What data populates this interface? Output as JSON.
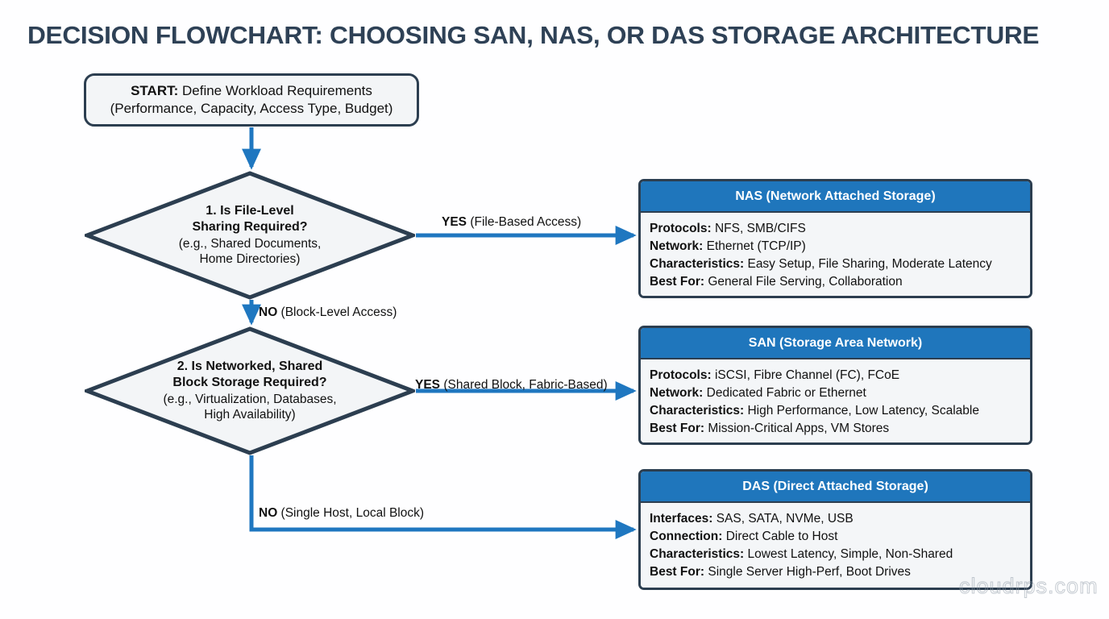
{
  "title": "DECISION FLOWCHART: CHOOSING SAN, NAS, OR DAS STORAGE ARCHITECTURE",
  "colors": {
    "title": "#2e4156",
    "node_border": "#2c3e50",
    "node_fill": "#f3f5f7",
    "header_blue": "#1f76bc",
    "arrow_blue": "#1f77c0",
    "body_fill": "#f4f6f8",
    "background": "#ffffff"
  },
  "start_node": {
    "line1_bold": "START:",
    "line1_rest": " Define Workload Requirements",
    "line2": "(Performance, Capacity, Access Type, Budget)"
  },
  "decisions": [
    {
      "id": "decision-1",
      "line1": "1. Is File-Level",
      "line2": "Sharing Required?",
      "line3": "(e.g., Shared Documents,",
      "line4": "Home Directories)"
    },
    {
      "id": "decision-2",
      "line1": "2. Is Networked, Shared",
      "line2": "Block Storage Required?",
      "line3": "(e.g., Virtualization, Databases,",
      "line4": "High Availability)"
    }
  ],
  "edge_labels": [
    {
      "id": "yes-1",
      "answer": "YES",
      "detail": " (File-Based Access)"
    },
    {
      "id": "no-1",
      "answer": "NO",
      "detail": " (Block-Level Access)"
    },
    {
      "id": "yes-2",
      "answer": "YES",
      "detail": " (Shared Block, Fabric-Based)"
    },
    {
      "id": "no-2",
      "answer": "NO",
      "detail": " (Single Host, Local Block)"
    }
  ],
  "info_boxes": [
    {
      "id": "nas",
      "header": "NAS (Network Attached Storage)",
      "rows": [
        {
          "key": "Protocols:",
          "value": " NFS, SMB/CIFS"
        },
        {
          "key": "Network:",
          "value": " Ethernet (TCP/IP)"
        },
        {
          "key": "Characteristics:",
          "value": " Easy Setup, File Sharing, Moderate Latency"
        },
        {
          "key": "Best For:",
          "value": " General File Serving, Collaboration"
        }
      ]
    },
    {
      "id": "san",
      "header": "SAN (Storage Area Network)",
      "rows": [
        {
          "key": "Protocols:",
          "value": " iSCSI, Fibre Channel (FC), FCoE"
        },
        {
          "key": "Network:",
          "value": " Dedicated Fabric or Ethernet"
        },
        {
          "key": "Characteristics:",
          "value": " High Performance, Low Latency, Scalable"
        },
        {
          "key": "Best For:",
          "value": " Mission-Critical Apps, VM Stores"
        }
      ]
    },
    {
      "id": "das",
      "header": "DAS (Direct Attached Storage)",
      "rows": [
        {
          "key": "Interfaces:",
          "value": " SAS, SATA, NVMe, USB"
        },
        {
          "key": "Connection:",
          "value": " Direct Cable to Host"
        },
        {
          "key": "Characteristics:",
          "value": " Lowest Latency, Simple, Non-Shared"
        },
        {
          "key": "Best For:",
          "value": " Single Server High-Perf, Boot Drives"
        }
      ]
    }
  ],
  "watermark": "cloudrps.com"
}
